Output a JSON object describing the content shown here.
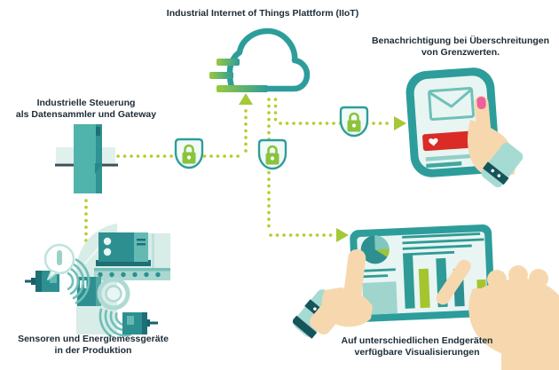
{
  "title": "Industrial Internet of Things Plattform (IIoT)",
  "labels": {
    "controller": {
      "line1": "Industrielle Steuerung",
      "line2": "als Datensammler und Gateway"
    },
    "production": {
      "line1": "Sensoren und Energiemessgeräte",
      "line2": "in der Produktion"
    },
    "notification": {
      "line1": "Benachrichtigung bei Überschreitungen",
      "line2": "von Grenzwerten."
    },
    "visualization": {
      "line1": "Auf unterschiedlichen Endgeräten",
      "line2": "verfügbare Visualisierungen"
    }
  },
  "icons": [
    "cloud-icon",
    "plc-gateway-icon",
    "lock-shield-icon",
    "padlock-icon",
    "envelope-icon",
    "heart-icon",
    "alert-banner",
    "smartphone-icon",
    "tablet-icon",
    "pie-chart-icon",
    "bar-chart-icon",
    "factory-machine-icon",
    "conveyor-icon",
    "sensor-icon",
    "wifi-waves-icon",
    "speech-bubble-icon",
    "wrist-watch-icon",
    "hand-icon",
    "arrow-icon",
    "dotted-line"
  ],
  "colors": {
    "teal": "#2D9D9B",
    "teal_mid": "#2E8F90",
    "teal_dark": "#1E6E76",
    "mint_light": "#D8ECE8",
    "screen_mint": "#E8F5F2",
    "dot_green": "#B7CC2F",
    "arrow_green": "#A4C836",
    "lock_green": "#8AC33E",
    "alert_red": "#DA2B27",
    "skin": "#F7D8AE",
    "nail_pink": "#EE5F9D",
    "watch_band": "#A5DBD2",
    "watch_strap": "#16545B",
    "text": "#1C2B36",
    "background": "#FFFFFF"
  }
}
